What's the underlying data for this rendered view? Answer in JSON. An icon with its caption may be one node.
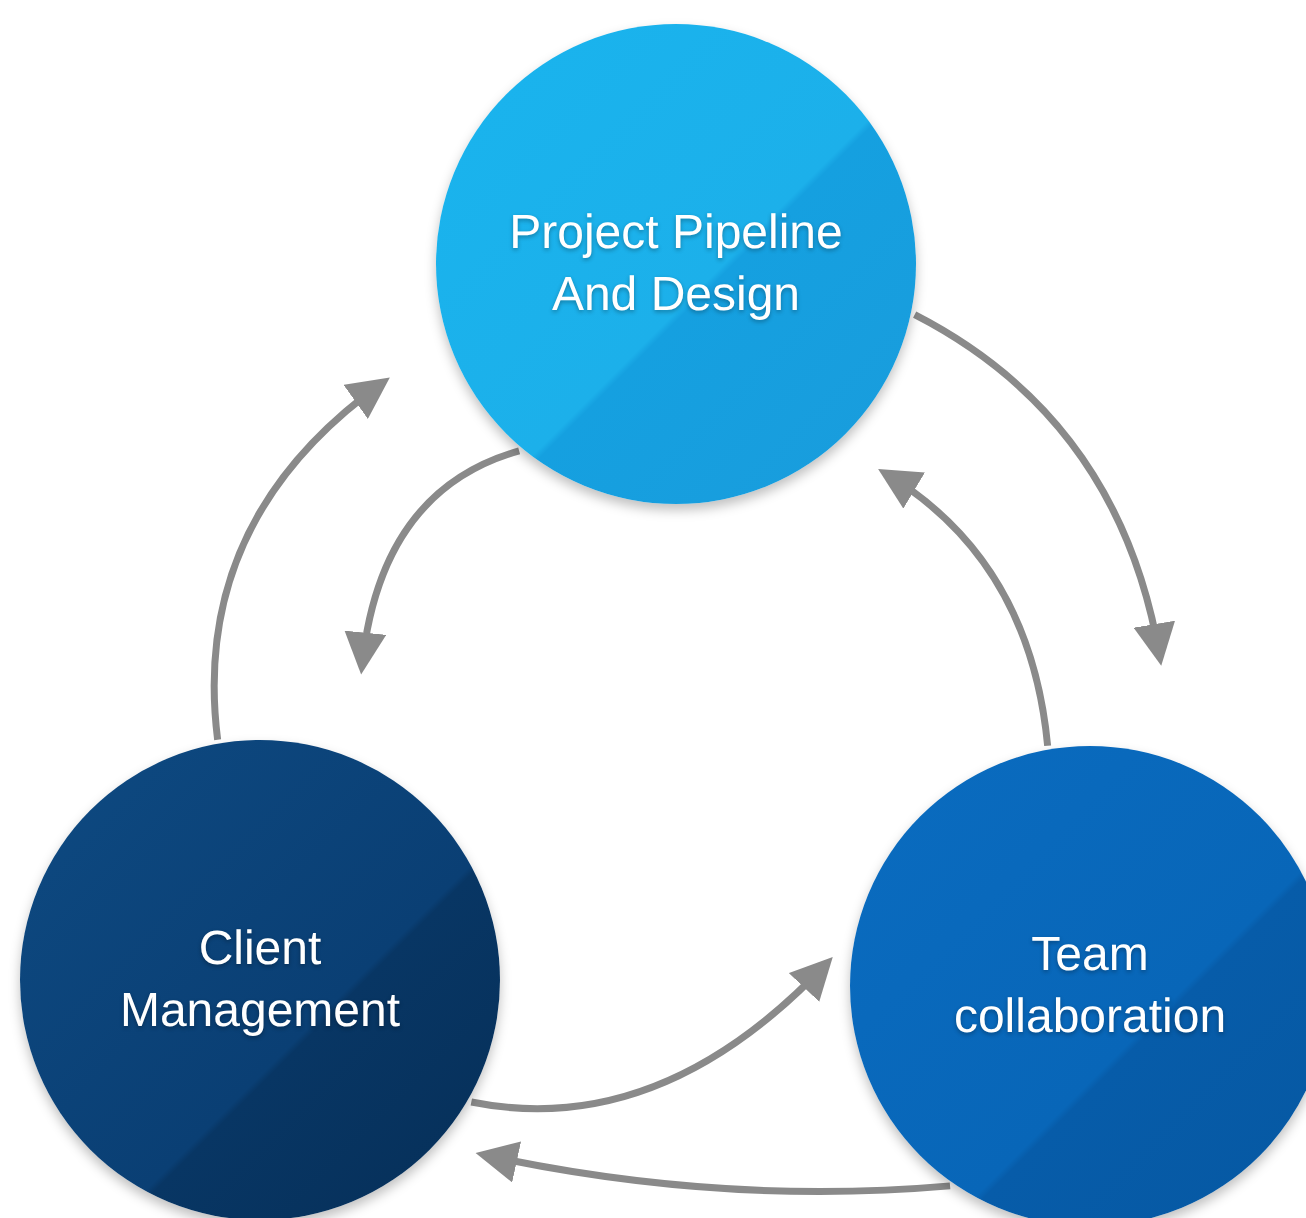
{
  "diagram": {
    "nodes": [
      {
        "text": [
          "Project Pipeline And Design"
        ]
      },
      {
        "text": [
          "Client Management"
        ]
      },
      {
        "text": [
          "Team collaboration"
        ]
      }
    ],
    "edges": [
      {
        "from": 1,
        "to": 0,
        "arrow": "to"
      },
      {
        "from": 0,
        "to": 1,
        "arrow": "to"
      },
      {
        "from": 0,
        "to": 2,
        "arrow": "to"
      },
      {
        "from": 2,
        "to": 0,
        "arrow": "to"
      },
      {
        "from": 1,
        "to": 2,
        "arrow": "to"
      },
      {
        "from": 2,
        "to": 1,
        "arrow": "to"
      }
    ]
  }
}
